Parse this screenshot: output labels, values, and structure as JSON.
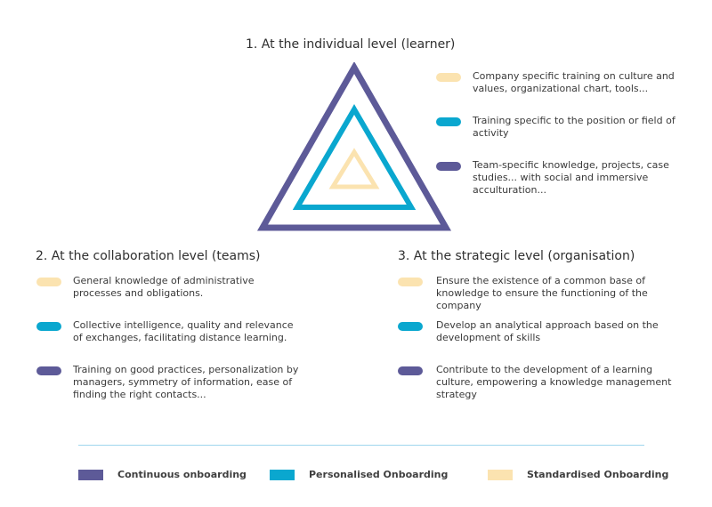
{
  "colors": {
    "continuous": "#5d5a98",
    "personalised": "#0aa7cf",
    "standardised": "#fbe3b0"
  },
  "individual": {
    "title": "1. At the individual level (learner)",
    "items": [
      {
        "text": "Company specific training on culture and values, organizational chart, tools...",
        "color": "standardised"
      },
      {
        "text": "Training specific to the position or field of activity",
        "color": "personalised"
      },
      {
        "text": "Team-specific knowledge, projects, case studies... with social and immersive acculturation...",
        "color": "continuous"
      }
    ]
  },
  "collaboration": {
    "title": "2. At the collaboration level (teams)",
    "items": [
      {
        "text": "General knowledge of administrative processes and obligations.",
        "color": "standardised"
      },
      {
        "text": "Collective intelligence, quality and relevance of exchanges, facilitating distance learning.",
        "color": "personalised"
      },
      {
        "text": "Training on good practices,  personalization by managers, symmetry of information, ease of finding the right contacts...",
        "color": "continuous"
      }
    ]
  },
  "strategic": {
    "title": "3. At the strategic level (organisation)",
    "items": [
      {
        "text": "Ensure the existence of a common base of knowledge to ensure the functioning of the company",
        "color": "standardised"
      },
      {
        "text": "Develop an analytical approach based on the development of skills",
        "color": "personalised"
      },
      {
        "text": "Contribute to the development of a learning culture, empowering a knowledge management strategy",
        "color": "continuous"
      }
    ]
  },
  "legend": [
    {
      "label": "Continuous onboarding",
      "color": "continuous"
    },
    {
      "label": "Personalised Onboarding",
      "color": "personalised"
    },
    {
      "label": "Standardised Onboarding",
      "color": "standardised"
    }
  ]
}
